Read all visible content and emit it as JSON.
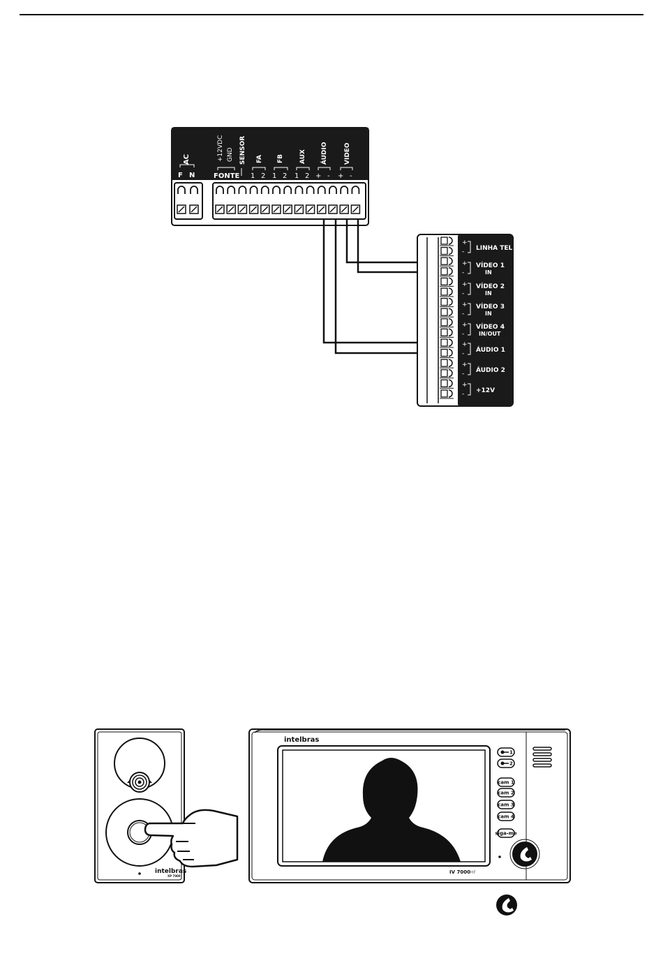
{
  "controller": {
    "groups": [
      {
        "name": "AC",
        "terms": [
          "F",
          "N"
        ]
      },
      {
        "name": "FONTE",
        "terms": [
          "+12VDC",
          "GND"
        ]
      },
      {
        "name": "SENSOR",
        "terms": []
      },
      {
        "name": "FA",
        "terms": [
          "1",
          "2"
        ]
      },
      {
        "name": "FB",
        "terms": [
          "1",
          "2"
        ]
      },
      {
        "name": "AUX",
        "terms": [
          "1",
          "2"
        ]
      },
      {
        "name": "ÁUDIO",
        "terms": [
          "+",
          "-"
        ]
      },
      {
        "name": "VIDEO",
        "terms": [
          "+",
          "-"
        ]
      }
    ]
  },
  "module": {
    "rows": [
      {
        "label": "LINHA TEL",
        "sub": ""
      },
      {
        "label": "VÍDEO 1",
        "sub": "IN"
      },
      {
        "label": "VÍDEO 2",
        "sub": "IN"
      },
      {
        "label": "VÍDEO 3",
        "sub": "IN"
      },
      {
        "label": "VÍDEO 4",
        "sub": "IN/OUT"
      },
      {
        "label": "ÁUDIO 1",
        "sub": ""
      },
      {
        "label": "ÁUDIO 2",
        "sub": ""
      },
      {
        "label": "+12V",
        "sub": ""
      }
    ],
    "plus": "+",
    "minus": "-"
  },
  "doorstation": {
    "brand": "intelbras",
    "model": "XP 7000"
  },
  "monitor": {
    "brand": "intelbras",
    "model": "IV 7000",
    "model_suffix": "HF",
    "buttons": [
      "1",
      "2",
      "cam 1",
      "cam 2",
      "cam 3",
      "cam 4",
      "siga-me"
    ]
  },
  "colors": {
    "ink": "#111111",
    "paper": "#ffffff",
    "panel": "#1a1a1a"
  }
}
